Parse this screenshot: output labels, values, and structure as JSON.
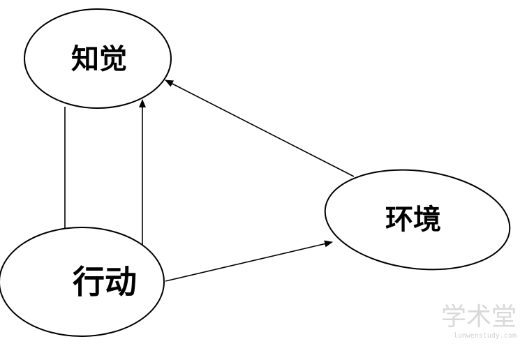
{
  "nodes": {
    "perception": {
      "label": "知觉"
    },
    "action": {
      "label": "行动"
    },
    "environment": {
      "label": "环境"
    }
  },
  "edges": [
    {
      "from": "perception",
      "to": "action"
    },
    {
      "from": "action",
      "to": "perception"
    },
    {
      "from": "action",
      "to": "environment"
    },
    {
      "from": "environment",
      "to": "perception"
    }
  ],
  "watermark": {
    "text": "学术堂",
    "subtext": "lunwenstudy.com"
  },
  "colors": {
    "stroke": "#000000",
    "background": "#ffffff",
    "watermark": "#d9d9d9"
  }
}
